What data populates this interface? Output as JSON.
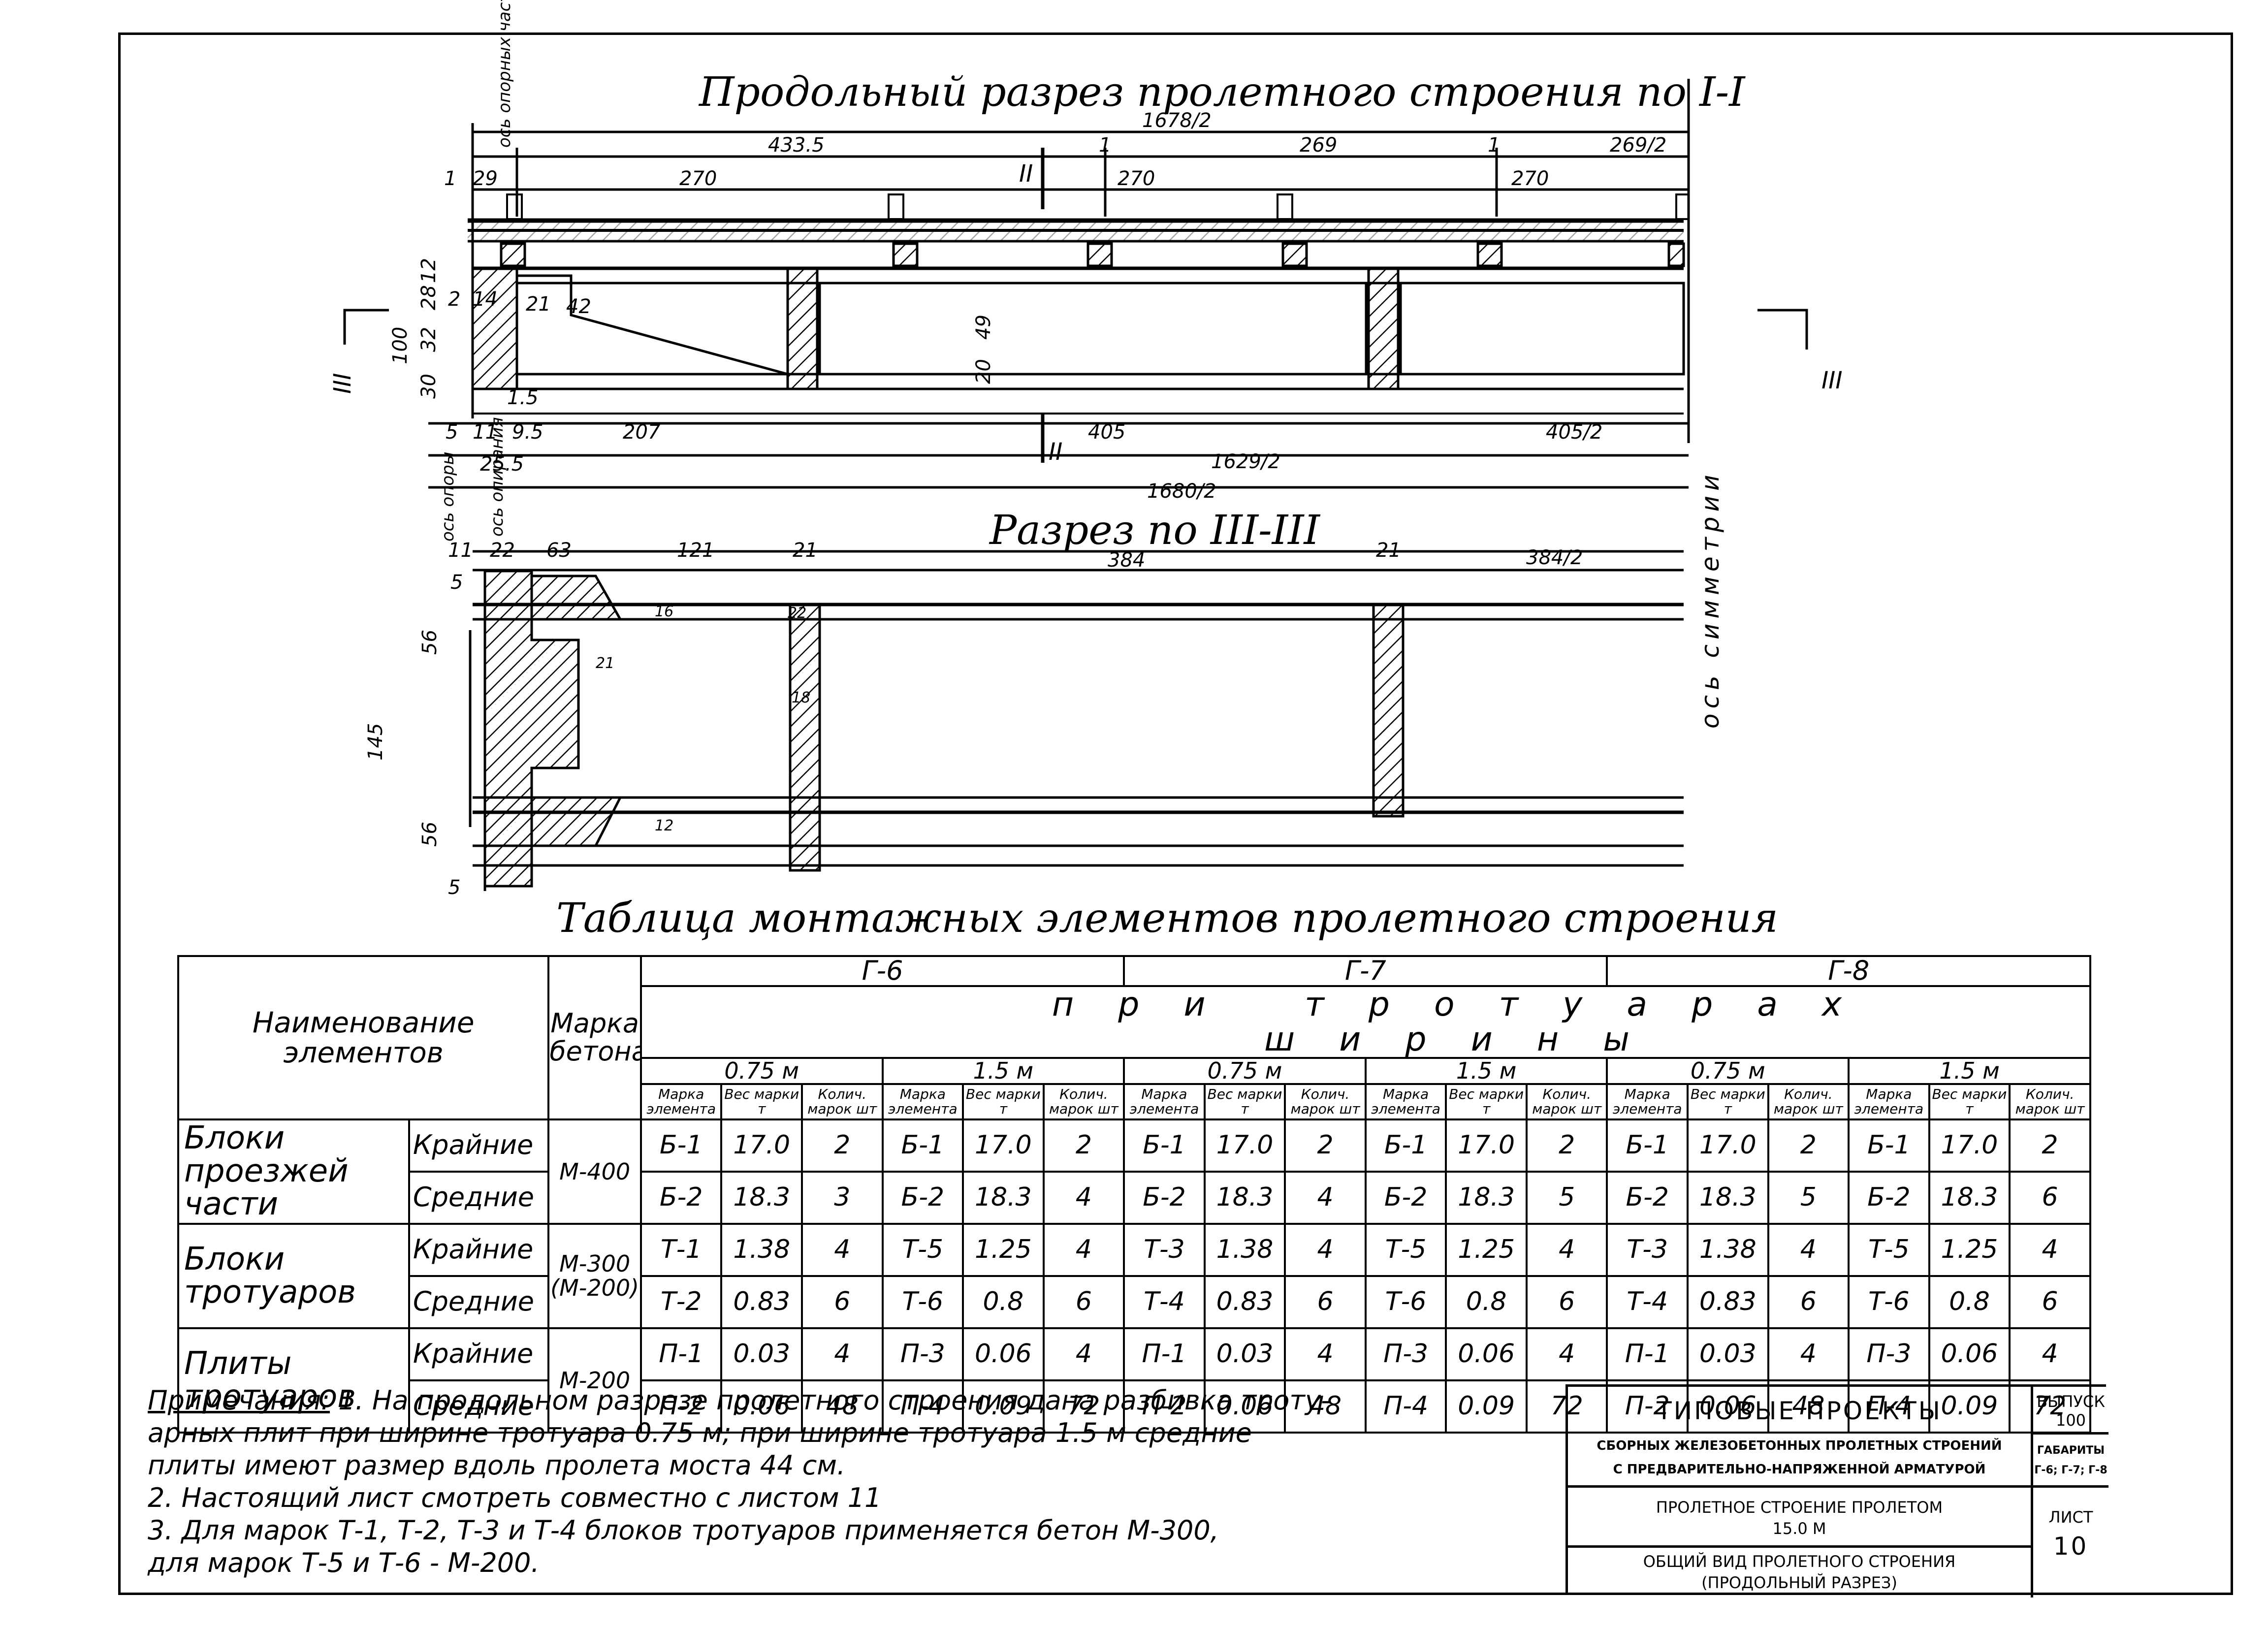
{
  "titles": {
    "longitudinal": "Продольный разрез пролетного строения по I-I",
    "section": "Разрез по III-III",
    "table": "Таблица монтажных элементов пролетного строения"
  },
  "dims_top": {
    "total_half": "1678/2",
    "d433": "433.5",
    "d269": "269",
    "d269h": "269/2",
    "d270a": "270",
    "d270b": "270",
    "d270c": "270",
    "d29": "29",
    "one_a": "1",
    "one_b": "1",
    "one_c": "1",
    "axis_support": "ось опорных частей",
    "v100": "100",
    "v30": "30",
    "v32": "32",
    "v28": "28",
    "v12": "12",
    "v14": "14",
    "v2": "2",
    "d21": "21",
    "d42": "42",
    "d49": "49",
    "d20": "20",
    "d15": "1.5",
    "d5": "5",
    "d11": "11",
    "d95": "9.5",
    "d207": "207",
    "d405": "405",
    "d405h": "405/2",
    "d1629": "1629/2",
    "d1680": "1680/2",
    "d255": "25.5",
    "axis_pier": "ось опоры",
    "axis_bearing": "ось опирания",
    "axis_sym": "ось симметрии",
    "mark_II_top": "II",
    "mark_II_bot": "II",
    "mark_III_l": "III",
    "mark_III_r": "III"
  },
  "dims_sec": {
    "d11": "11",
    "d22": "22",
    "d63": "63",
    "d121": "121",
    "d21a": "21",
    "d384": "384",
    "d21b": "21",
    "d384h": "384/2",
    "v56a": "56",
    "v145": "145",
    "v56b": "56",
    "v5": "5",
    "s5": "5",
    "s22": "22",
    "s18": "18",
    "s12": "12",
    "s16": "16",
    "s21": "21"
  },
  "table": {
    "name_header_1": "Наименование",
    "name_header_2": "элементов",
    "concrete_header": "Марка бетона",
    "g6": "Г-6",
    "g7": "Г-7",
    "g8": "Г-8",
    "at_sidewalks": "при тротуарах ширины",
    "w075": "0.75 м",
    "w15": "1.5 м",
    "col_mark": "Марка элемента",
    "col_weight": "Вес марки т",
    "col_qty": "Колич. марок шт",
    "groups": [
      {
        "name": "Блоки проезжей части",
        "concrete": "М-400",
        "rows": [
          {
            "sub": "Крайние",
            "vals": [
              "Б-1",
              "17.0",
              "2",
              "Б-1",
              "17.0",
              "2",
              "Б-1",
              "17.0",
              "2",
              "Б-1",
              "17.0",
              "2",
              "Б-1",
              "17.0",
              "2",
              "Б-1",
              "17.0",
              "2"
            ]
          },
          {
            "sub": "Средние",
            "vals": [
              "Б-2",
              "18.3",
              "3",
              "Б-2",
              "18.3",
              "4",
              "Б-2",
              "18.3",
              "4",
              "Б-2",
              "18.3",
              "5",
              "Б-2",
              "18.3",
              "5",
              "Б-2",
              "18.3",
              "6"
            ]
          }
        ]
      },
      {
        "name": "Блоки тротуаров",
        "concrete": "М-300 (М-200)",
        "rows": [
          {
            "sub": "Крайние",
            "vals": [
              "Т-1",
              "1.38",
              "4",
              "Т-5",
              "1.25",
              "4",
              "Т-3",
              "1.38",
              "4",
              "Т-5",
              "1.25",
              "4",
              "Т-3",
              "1.38",
              "4",
              "Т-5",
              "1.25",
              "4"
            ]
          },
          {
            "sub": "Средние",
            "vals": [
              "Т-2",
              "0.83",
              "6",
              "Т-6",
              "0.8",
              "6",
              "Т-4",
              "0.83",
              "6",
              "Т-6",
              "0.8",
              "6",
              "Т-4",
              "0.83",
              "6",
              "Т-6",
              "0.8",
              "6"
            ]
          }
        ]
      },
      {
        "name": "Плиты тротуаров",
        "concrete": "М-200",
        "rows": [
          {
            "sub": "Крайние",
            "vals": [
              "П-1",
              "0.03",
              "4",
              "П-3",
              "0.06",
              "4",
              "П-1",
              "0.03",
              "4",
              "П-3",
              "0.06",
              "4",
              "П-1",
              "0.03",
              "4",
              "П-3",
              "0.06",
              "4"
            ]
          },
          {
            "sub": "Средние",
            "vals": [
              "П-2",
              "0.06",
              "48",
              "П-4",
              "0.09",
              "72",
              "П-2",
              "0.06",
              "48",
              "П-4",
              "0.09",
              "72",
              "П-2",
              "0.06",
              "48",
              "П-4",
              "0.09",
              "72"
            ]
          }
        ]
      }
    ]
  },
  "notes": {
    "label": "Примечания:",
    "n1a": "1. На продольном разрезе пролетного строения дана разбивка троту-",
    "n1b": "арных плит при ширине тротуара 0.75 м; при ширине тротуара 1.5 м средние",
    "n1c": "плиты имеют размер вдоль пролета моста 44 см.",
    "n2": "2. Настоящий лист смотреть совместно с листом 11",
    "n3a": "3. Для марок Т-1, Т-2, Т-3 и Т-4 блоков тротуаров применяется бетон М-300,",
    "n3b": "для марок Т-5 и Т-6 - М-200."
  },
  "stamp": {
    "typical": "Типовые проекты",
    "line1": "Сборных железобетонных пролетных строений",
    "line2": "с предварительно-напряженной арматурой",
    "issue_label": "Выпуск",
    "issue_value": "100",
    "gab_label": "Габариты",
    "gab_value": "Г-6; Г-7; Г-8",
    "span1": "Пролетное строение пролетом",
    "span2": "15.0 м",
    "sheet_label": "Лист",
    "sheet_value": "10",
    "view1": "Общий вид пролетного строения",
    "view2": "(продольный разрез)"
  }
}
